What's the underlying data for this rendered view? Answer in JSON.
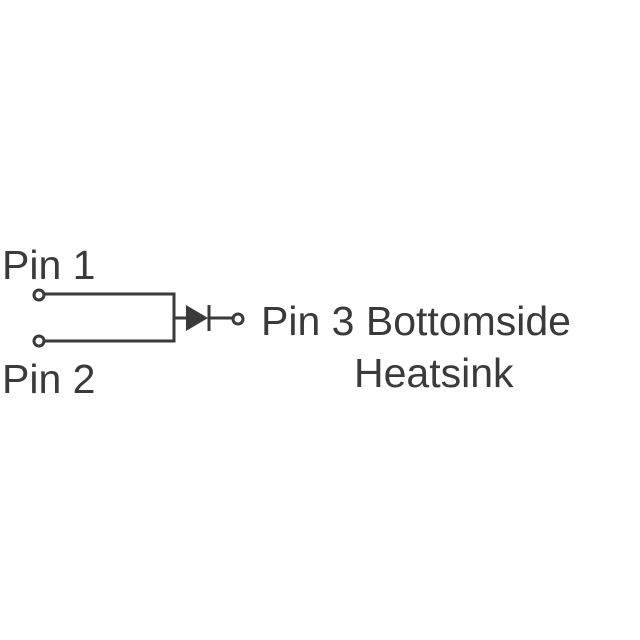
{
  "labels": {
    "pin1": "Pin 1",
    "pin2": "Pin 2",
    "pin3_line1": "Pin 3 Bottomside",
    "pin3_line2": "Heatsink"
  },
  "colors": {
    "stroke": "#3a3a3a"
  }
}
